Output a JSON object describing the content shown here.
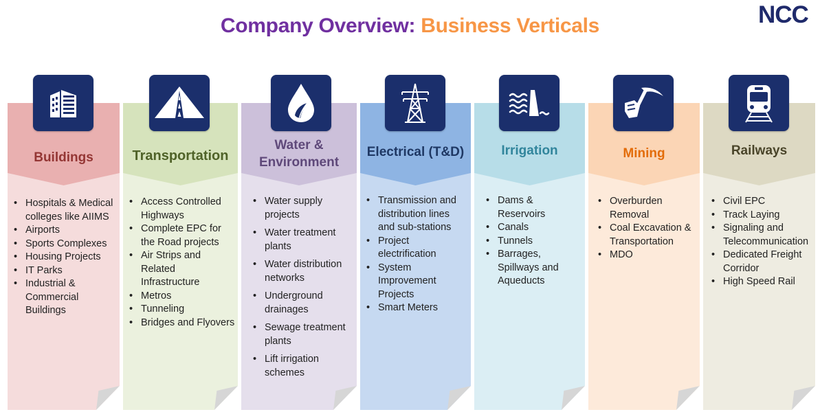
{
  "title": {
    "part1": "Company Overview: ",
    "part2": "Business Verticals"
  },
  "logo": {
    "text": "NCC"
  },
  "colors": {
    "title_purple": "#7030a0",
    "title_orange": "#f79646",
    "icon_navy": "#1b2f6c"
  },
  "columns": [
    {
      "label": "Buildings",
      "icon": "building-icon",
      "head_color": "#e9b0b0",
      "body_color": "#f5dcdc",
      "label_color": "#943634",
      "items": [
        "Hospitals & Medical  colleges like AIIMS",
        "Airports",
        "Sports Complexes",
        "Housing Projects",
        "IT Parks",
        "Industrial & Commercial Buildings"
      ]
    },
    {
      "label": "Transportation",
      "icon": "road-icon",
      "head_color": "#d6e3bc",
      "body_color": "#ebf1de",
      "label_color": "#4f6228",
      "items": [
        "Access Controlled Highways",
        "Complete EPC for the Road projects",
        "Air Strips and Related Infrastructure",
        "Metros",
        "Tunneling",
        "Bridges and Flyovers"
      ]
    },
    {
      "label": "Water & Environment",
      "icon": "water-drop-icon",
      "head_color": "#ccc0da",
      "body_color": "#e5dfec",
      "label_color": "#5f497a",
      "items": [
        "Water supply projects",
        "Water treatment plants",
        "Water distribution networks",
        "Underground drainages",
        "Sewage treatment plants",
        "Lift irrigation schemes"
      ]
    },
    {
      "label": "Electrical (T&D)",
      "icon": "transmission-tower-icon",
      "head_color": "#8eb4e3",
      "body_color": "#c6d9f1",
      "label_color": "#1f3864",
      "items": [
        "Transmission and distribution lines and sub-stations",
        "Project electrification",
        "System Improvement Projects",
        "Smart Meters"
      ]
    },
    {
      "label": "Irrigation",
      "icon": "dam-icon",
      "head_color": "#b7dde8",
      "body_color": "#dbeef4",
      "label_color": "#31859c",
      "items": [
        "Dams & Reservoirs",
        "Canals",
        "Tunnels",
        "Barrages, Spillways and Aqueducts"
      ]
    },
    {
      "label": "Mining",
      "icon": "pickaxe-icon",
      "head_color": "#fbd5b5",
      "body_color": "#fdeada",
      "label_color": "#e36c09",
      "items": [
        "Overburden Removal",
        "Coal Excavation & Transportation",
        "MDO"
      ]
    },
    {
      "label": "Railways",
      "icon": "train-icon",
      "head_color": "#ddd9c3",
      "body_color": "#eeece1",
      "label_color": "#4a452a",
      "items": [
        "Civil EPC",
        "Track Laying",
        "Signaling and Telecommunication",
        "Dedicated Freight Corridor",
        "High Speed Rail"
      ]
    }
  ]
}
